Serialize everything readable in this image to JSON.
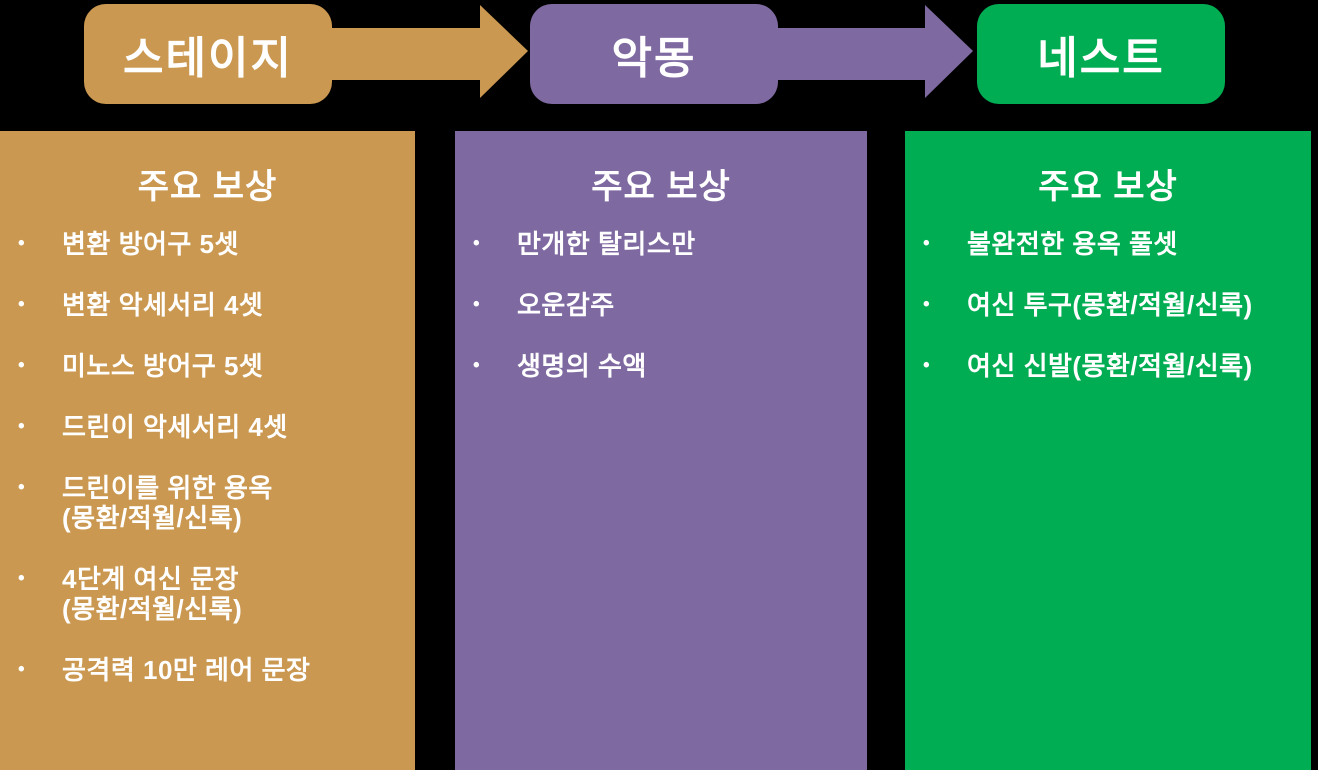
{
  "colors": {
    "background": "#000000",
    "stage_gold": "#CA9850",
    "nightmare_purple": "#7E6AA1",
    "nest_green": "#00AD52",
    "text_white": "#FFFFFF"
  },
  "flow": {
    "bullet_glyph": "•",
    "stages": [
      {
        "label": "스테이지",
        "rewards_title": "주요 보상",
        "items": [
          "변환 방어구 5셋",
          "변환 악세서리 4셋",
          "미노스 방어구 5셋",
          "드린이 악세서리 4셋",
          "드린이를 위한 용옥\n(몽환/적월/신록)",
          "4단계 여신 문장\n(몽환/적월/신록)",
          "공격력 10만 레어 문장"
        ]
      },
      {
        "label": "악몽",
        "rewards_title": "주요 보상",
        "items": [
          "만개한 탈리스만",
          "오운감주",
          "생명의 수액"
        ]
      },
      {
        "label": "네스트",
        "rewards_title": "주요 보상",
        "items": [
          "불완전한 용옥 풀셋",
          "여신 투구(몽환/적월/신록)",
          "여신 신발(몽환/적월/신록)"
        ]
      }
    ],
    "arrows": [
      {
        "from": "스테이지",
        "to": "악몽"
      },
      {
        "from": "악몽",
        "to": "네스트"
      }
    ]
  }
}
